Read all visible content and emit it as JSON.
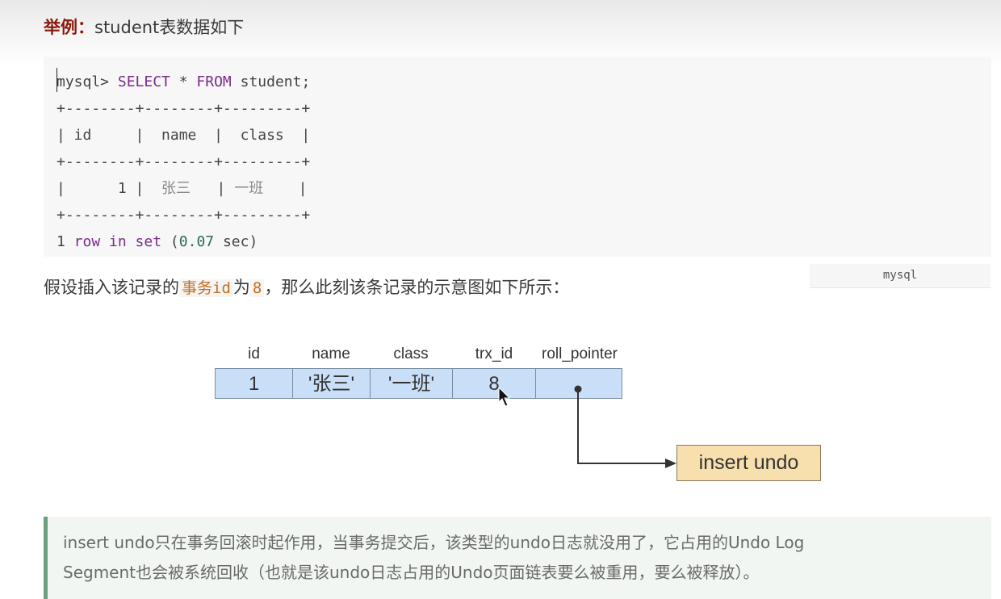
{
  "heading": {
    "label": "举例：",
    "text": "student表数据如下"
  },
  "code_block": {
    "language": "mysql",
    "prompt": "mysql> ",
    "keyword_select": "SELECT",
    "star": " * ",
    "keyword_from": "FROM",
    "table": " student;",
    "border": "+--------+--------+---------+",
    "header_row": "| id     |  name  |  class  |",
    "data_row_prefix": "|      1 |  ",
    "data_row_name": "张三",
    "data_row_mid": "   | ",
    "data_row_class": "一班",
    "data_row_suffix": "    |",
    "result_count": "1",
    "result_words_row": " row",
    "result_words_in": " in",
    "result_words_set": " set",
    "result_time_open": " (",
    "result_time": "0.07",
    "result_time_close": " sec)"
  },
  "paragraph": {
    "before": "假设插入该记录的",
    "code_trx": "事务id",
    "middle": "为",
    "code_val": "8",
    "after": "，那么此刻该条记录的示意图如下所示："
  },
  "diagram": {
    "columns": [
      "id",
      "name",
      "class",
      "trx_id",
      "roll_pointer"
    ],
    "values": [
      "1",
      "'张三'",
      "'一班'",
      "8",
      ""
    ],
    "target_label": "insert undo",
    "colors": {
      "cell_fill": "#c9dff8",
      "target_fill": "#f7dfae",
      "arrow": "#333333"
    }
  },
  "note": {
    "line1": "insert undo只在事务回滚时起作用，当事务提交后，该类型的undo日志就没用了，它占用的Undo Log",
    "line2": "Segment也会被系统回收（也就是该undo日志占用的Undo页面链表要么被重用，要么被释放）。"
  }
}
